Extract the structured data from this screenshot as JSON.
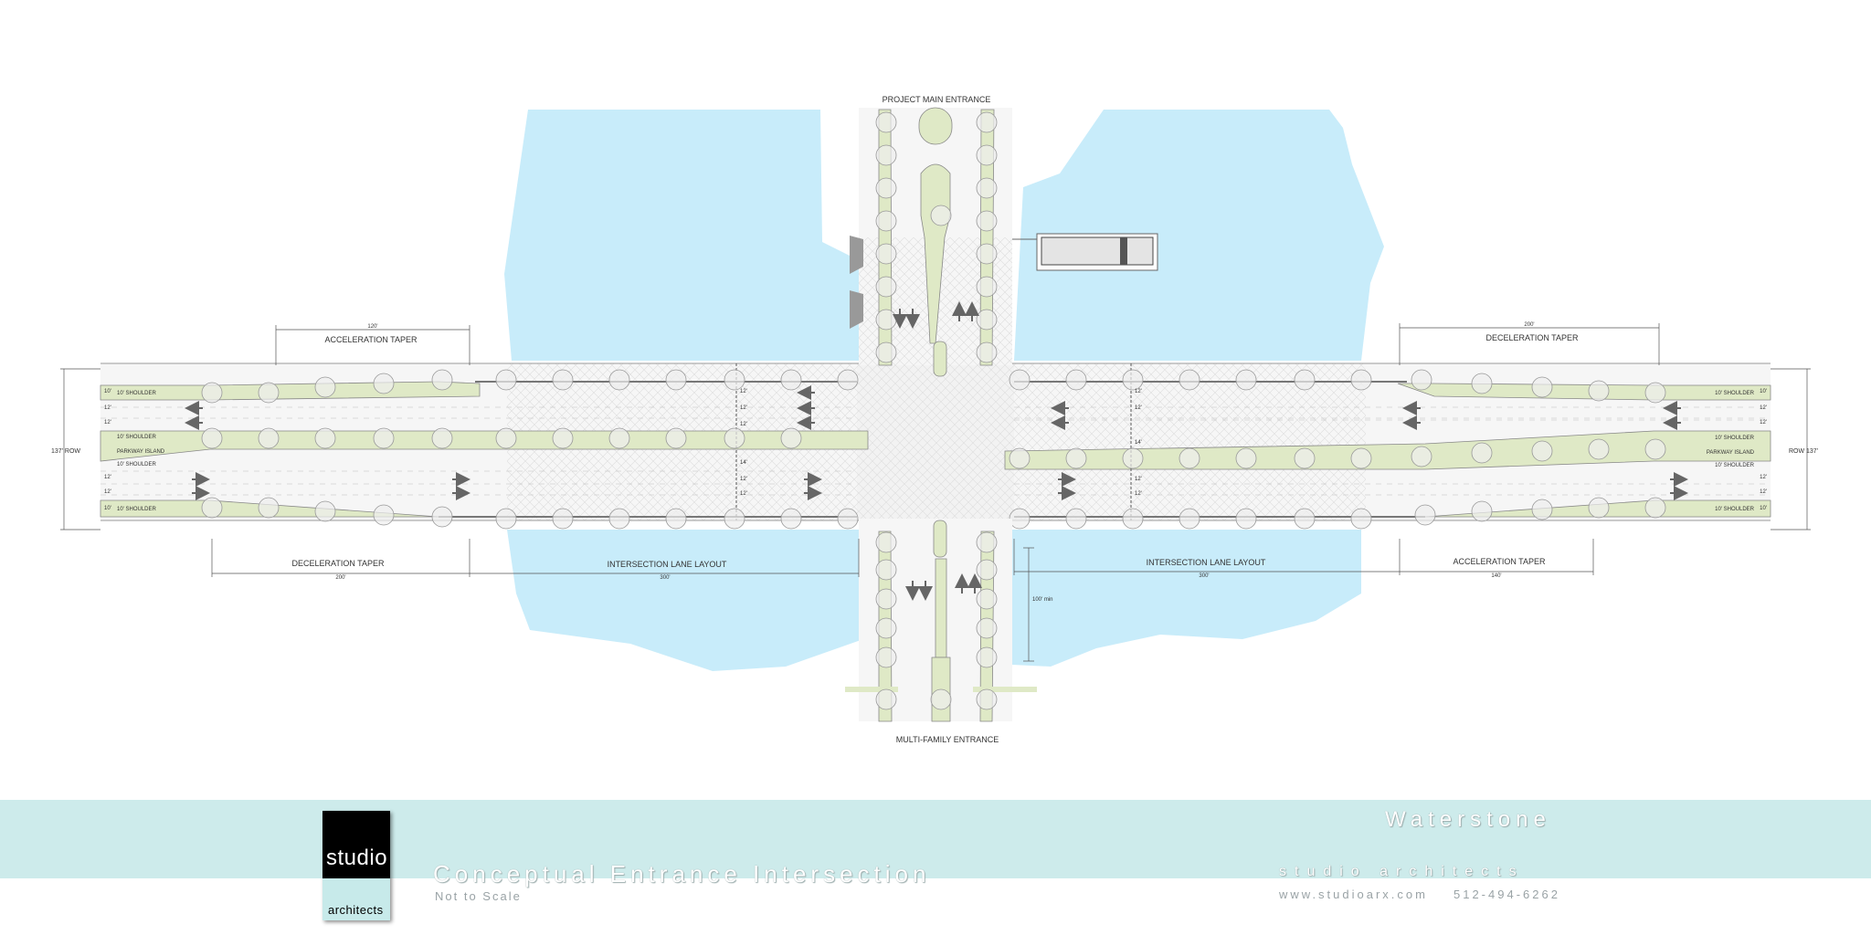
{
  "plan": {
    "top_entrance": "PROJECT MAIN  ENTRANCE",
    "bottom_entrance": "MULTI-FAMILY ENTRANCE",
    "accel_taper_left": "ACCELERATION TAPER",
    "accel_taper_left_dim": "120'",
    "decel_taper_right": "DECELERATION TAPER",
    "decel_taper_right_dim": "200'",
    "decel_taper_left": "DECELERATION TAPER",
    "decel_taper_left_dim": "200'",
    "lane_layout_left": "INTERSECTION LANE LAYOUT",
    "lane_layout_left_dim": "300'",
    "lane_layout_right": "INTERSECTION LANE LAYOUT",
    "lane_layout_right_dim": "300'",
    "accel_taper_right": "ACCELERATION TAPER",
    "accel_taper_right_dim": "140'",
    "row_left": "137' ROW",
    "row_right": "ROW 137'",
    "shoulder": "10' SHOULDER",
    "parkway_island": "PARKWAY ISLAND",
    "lane_12": "12'",
    "lane_14": "14'",
    "lane_10": "10'",
    "min_dim": "100' min",
    "colors": {
      "water": "#c8ecfa",
      "island": "#dfe9c6",
      "pavement": "#f4f4f4"
    }
  },
  "footer": {
    "project_name": "Waterstone",
    "sheet_title": "Conceptual Entrance Intersection",
    "scale_note": "Not to Scale",
    "firm_name": "studio  architects",
    "website": "www.studioarx.com",
    "phone": "512-494-6262",
    "logo_top": "studio",
    "logo_bottom": "architects"
  }
}
